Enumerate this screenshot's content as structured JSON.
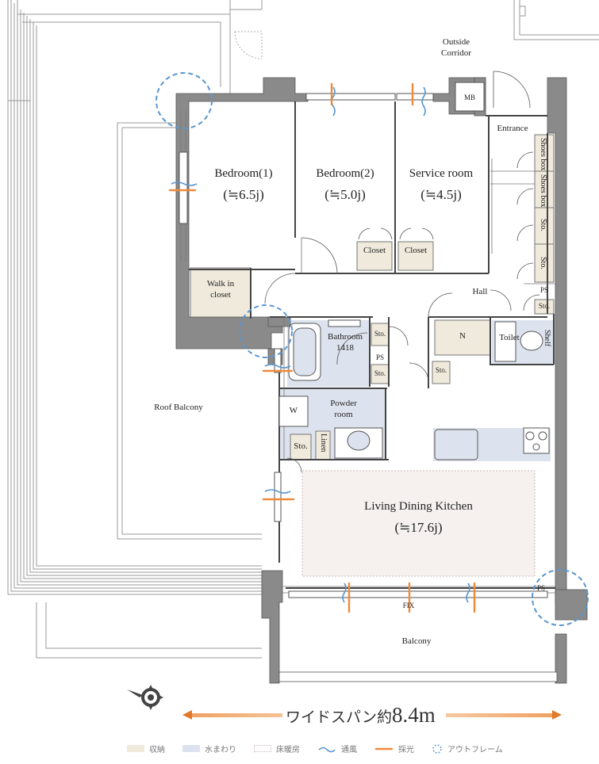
{
  "labels": {
    "outside_corridor": [
      "Outside",
      "Corridor"
    ],
    "mb": "MB",
    "entrance": "Entrance",
    "bedroom1": {
      "name": "Bedroom(1)",
      "size": "(≒6.5j)"
    },
    "bedroom2": {
      "name": "Bedroom(2)",
      "size": "(≒5.0j)"
    },
    "service_room": {
      "name": "Service room",
      "size": "(≒4.5j)"
    },
    "closet1": "Closet",
    "closet2": "Closet",
    "walk_in_closet": [
      "Walk in",
      "closet"
    ],
    "shoes_box1": "Shoes box",
    "shoes_box2": "Shoes box",
    "sto_e1": "Sto.",
    "sto_e2": "Sto.",
    "ps_entrance": "PS",
    "sto_hall": "Sto.",
    "hall": "Hall",
    "n": "N",
    "toilet": "Toilet",
    "shelf": "Shelf",
    "bathroom": [
      "Bathroom",
      "1418"
    ],
    "sto_bath1": "Sto.",
    "ps_bath": "PS",
    "sto_bath2": "Sto.",
    "sto_hall2": "Sto.",
    "powder_room": [
      "Powder",
      "room"
    ],
    "w": "W",
    "sto_powder": "Sto.",
    "linen": "Linen",
    "roof_balcony": "Roof Balcony",
    "ldk": {
      "name": "Living Dining Kitchen",
      "size": "(≒17.6j)"
    },
    "ps_ldk": "PS",
    "fix": "FIX",
    "balcony": "Balcony"
  },
  "span": {
    "prefix": "ワイドスパン約",
    "value": "8.4m"
  },
  "legend": [
    {
      "label": "収納",
      "color": "#efeadb",
      "kind": "fill"
    },
    {
      "label": "水まわり",
      "color": "#dde3ee",
      "kind": "fill"
    },
    {
      "label": "床暖房",
      "color": "#c9b9b9",
      "kind": "dotted"
    },
    {
      "label": "通風",
      "color": "#5a97d0",
      "kind": "wave"
    },
    {
      "label": "採光",
      "color": "#ee8a3a",
      "kind": "line"
    },
    {
      "label": "アウトフレーム",
      "color": "#5a97d0",
      "kind": "circle"
    }
  ],
  "colors": {
    "wall": "#8a8a8a",
    "storage": "#efeadb",
    "wet": "#dde3ee",
    "wind": "#5a97d0",
    "light": "#ee8a3a",
    "heating": "#c9b9b9"
  }
}
